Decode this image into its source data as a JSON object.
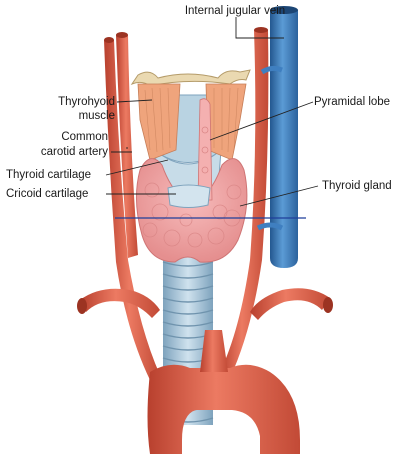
{
  "labels": {
    "internal_jugular_vein": "Internal jugular vein",
    "pyramidal_lobe": "Pyramidal lobe",
    "thyrohyoid_muscle_1": "Thyrohyoid",
    "thyrohyoid_muscle_2": "muscle",
    "common_carotid_1": "Common",
    "common_carotid_2": "carotid artery",
    "thyroid_cartilage": "Thyroid cartilage",
    "cricoid_cartilage": "Cricoid cartilage",
    "thyroid_gland": "Thyroid gland"
  },
  "colors": {
    "artery": "#e4624c",
    "artery_dark": "#b8402e",
    "vein": "#3f7fc0",
    "vein_dark": "#23578f",
    "gland": "#f2a3a3",
    "gland_dark": "#d97c7c",
    "muscle": "#f0a77f",
    "trachea": "#a9c6d8",
    "bone": "#e9d9b4",
    "leader": "#222222",
    "section_line": "#1f3f9a"
  }
}
